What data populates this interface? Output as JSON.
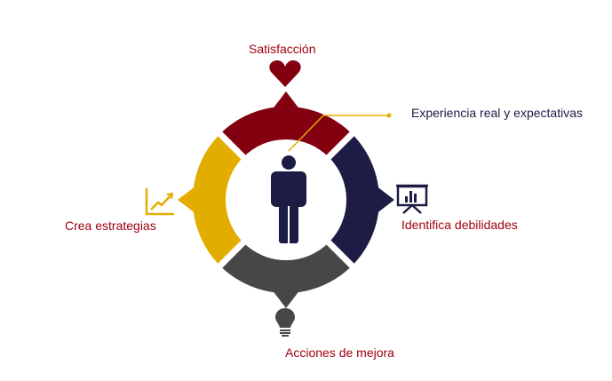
{
  "labels": {
    "top": "Satisfacción",
    "callout": "Experiencia real y expectativas",
    "right": "Identifica debilidades",
    "bottom": "Acciones de mejora",
    "left": "Crea estrategias"
  },
  "segments": [
    {
      "name": "satisfaccion",
      "color": "#820010",
      "icon": "heart-icon"
    },
    {
      "name": "identifica",
      "color": "#1c1c45",
      "icon": "presentation-chart-icon"
    },
    {
      "name": "acciones",
      "color": "#474747",
      "icon": "lightbulb-icon"
    },
    {
      "name": "estrategias",
      "color": "#e3ad00",
      "icon": "growth-chart-icon"
    }
  ],
  "center_icon": "person-icon"
}
